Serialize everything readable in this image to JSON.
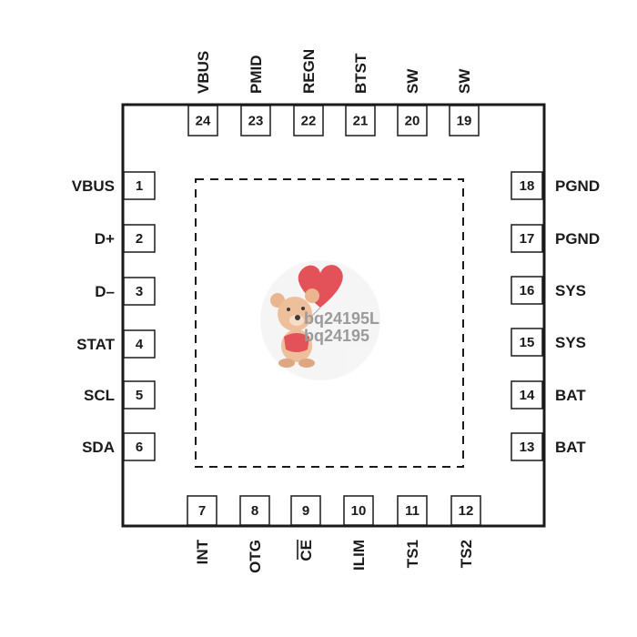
{
  "package": {
    "pins_left": [
      {
        "number": "1",
        "label": "VBUS"
      },
      {
        "number": "2",
        "label": "D+"
      },
      {
        "number": "3",
        "label": "D–"
      },
      {
        "number": "4",
        "label": "STAT"
      },
      {
        "number": "5",
        "label": "SCL"
      },
      {
        "number": "6",
        "label": "SDA"
      }
    ],
    "pins_bottom": [
      {
        "number": "7",
        "label": "INT",
        "overbar": false
      },
      {
        "number": "8",
        "label": "OTG",
        "overbar": false
      },
      {
        "number": "9",
        "label": "CE",
        "overbar": true
      },
      {
        "number": "10",
        "label": "ILIM",
        "overbar": false
      },
      {
        "number": "11",
        "label": "TS1",
        "overbar": false
      },
      {
        "number": "12",
        "label": "TS2",
        "overbar": false
      }
    ],
    "pins_right": [
      {
        "number": "13",
        "label": "BAT"
      },
      {
        "number": "14",
        "label": "BAT"
      },
      {
        "number": "15",
        "label": "SYS"
      },
      {
        "number": "16",
        "label": "SYS"
      },
      {
        "number": "17",
        "label": "PGND"
      },
      {
        "number": "18",
        "label": "PGND"
      }
    ],
    "pins_top": [
      {
        "number": "19",
        "label": "SW"
      },
      {
        "number": "20",
        "label": "SW"
      },
      {
        "number": "21",
        "label": "BTST"
      },
      {
        "number": "22",
        "label": "REGN"
      },
      {
        "number": "23",
        "label": "PMID"
      },
      {
        "number": "24",
        "label": "VBUS"
      }
    ]
  },
  "watermark": {
    "line1": "bq24195L",
    "line2": "bq24195",
    "icon": "teddy-bear-with-heart-balloon-icon"
  },
  "colors": {
    "ink": "#1a1a1a",
    "heart": "#e0343d",
    "bear": "#e8a97c",
    "watermark_text": "#8a8a8a"
  }
}
